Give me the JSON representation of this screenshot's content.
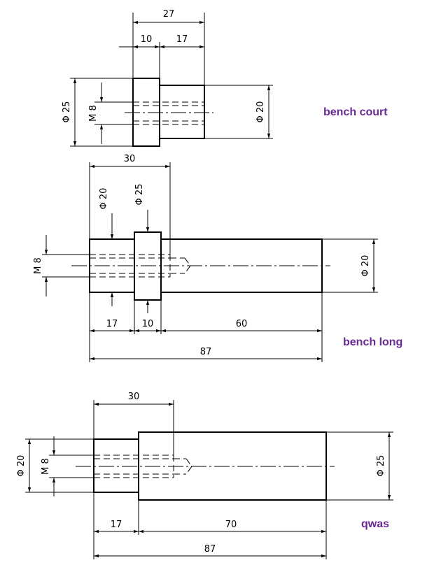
{
  "accent_color": "#6a2a96",
  "parts": [
    {
      "label": "bench court",
      "dims": {
        "overall": "27",
        "flange": "10",
        "shaft": "17",
        "dia_left": "Φ 25",
        "thread": "M 8",
        "dia_right": "Φ 20"
      }
    },
    {
      "label": "bench long",
      "dims": {
        "hole_depth": "30",
        "dia_left": "Φ 20",
        "dia_flange": "Φ 25",
        "thread": "M 8",
        "dia_right": "Φ 20",
        "seg1": "17",
        "seg2": "10",
        "seg3": "60",
        "overall": "87"
      }
    },
    {
      "label": "qwas",
      "dims": {
        "hole_depth": "30",
        "dia_left": "Φ 20",
        "thread": "M 8",
        "dia_right": "Φ 25",
        "seg1": "17",
        "seg2": "70",
        "overall": "87"
      }
    }
  ]
}
